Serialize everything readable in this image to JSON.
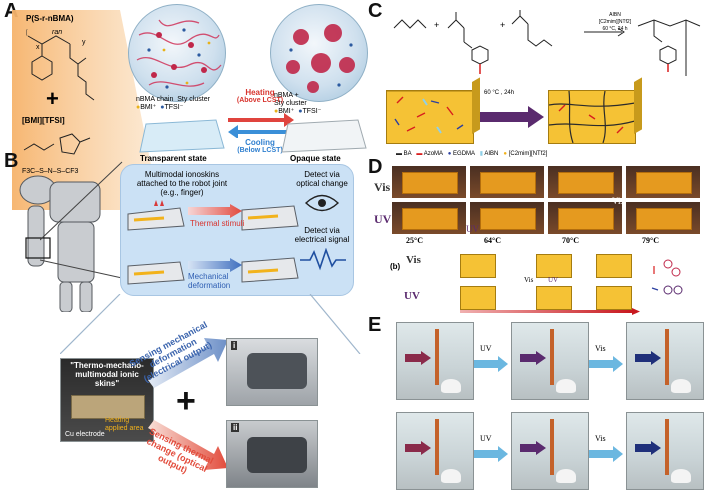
{
  "panelA": {
    "label": "A",
    "polymer": "P(S-r-nBMA)",
    "ran": "ran",
    "x": "x",
    "y": "y",
    "plus": "+",
    "ionic_liquid": "[BMI][TFSI]",
    "tfsi_formula": "F3C–S–N–S–CF3",
    "legend_left": {
      "chain": "nBMA chain",
      "cluster": "Sty cluster",
      "bmi": "BMI⁺",
      "tfsi": "TFSI⁻"
    },
    "legend_right": {
      "chain": "nBMA +",
      "cluster": "Sty cluster",
      "bmi": "BMI⁺",
      "tfsi": "TFSI⁻"
    },
    "heating": "Heating",
    "heating_sub": "(Above LCST)",
    "cooling": "Cooling",
    "cooling_sub": "(Below LCST)",
    "transparent": "Transparent state",
    "opaque": "Opaque state"
  },
  "panelB": {
    "label": "B",
    "attached_line1": "Multimodal ionoskins",
    "attached_line2": "attached to the robot joint",
    "attached_line3": "(e.g., finger)",
    "thermal": "Thermal stimuli",
    "mechanical": "Mechanical deformation",
    "optical_line1": "Detect via",
    "optical_line2": "optical change",
    "electrical_line1": "Detect via",
    "electrical_line2": "electrical signal",
    "skin_line1": "\"Thermo-mechano-",
    "skin_line2": "multimodal ionic",
    "skin_line3": "skins\"",
    "heating_area": "Heating applied area",
    "electrode": "Cu electrode",
    "sensing_mech": "Sensing mechanical deformation (electrical output)",
    "sensing_therm": "Sensing thermal change (optical output)",
    "photo_i": "i",
    "photo_ii": "ii",
    "plus": "+"
  },
  "panelC": {
    "label": "C",
    "condition1": "AIBN",
    "condition2": "[C2mim][NTf2]",
    "condition3": "60 °C, 24 h",
    "plus": "+",
    "react_arrow": "60 °C , 24h",
    "legend": [
      "BA",
      "AzoMA",
      "EGDMA",
      "AIBN",
      "[C2mim][NTf2]"
    ],
    "legend_colors": [
      "#222222",
      "#d81e1e",
      "#2b3fa0",
      "#8fd0e8",
      "#f2b21b"
    ]
  },
  "panelD": {
    "label": "D",
    "vis": "Vis",
    "uv": "UV",
    "uv_mid": "UV",
    "vis_mid": "Vis",
    "temps": [
      "25°C",
      "64°C",
      "70°C",
      "79°C"
    ],
    "sub": "(b)",
    "vis_b": "Vis",
    "uv_b": "UV",
    "vis_small": "Vis",
    "uv_small": "UV"
  },
  "panelE": {
    "label": "E",
    "row1": [
      "UV",
      "Vis"
    ],
    "row2": [
      "UV",
      "Vis"
    ]
  }
}
